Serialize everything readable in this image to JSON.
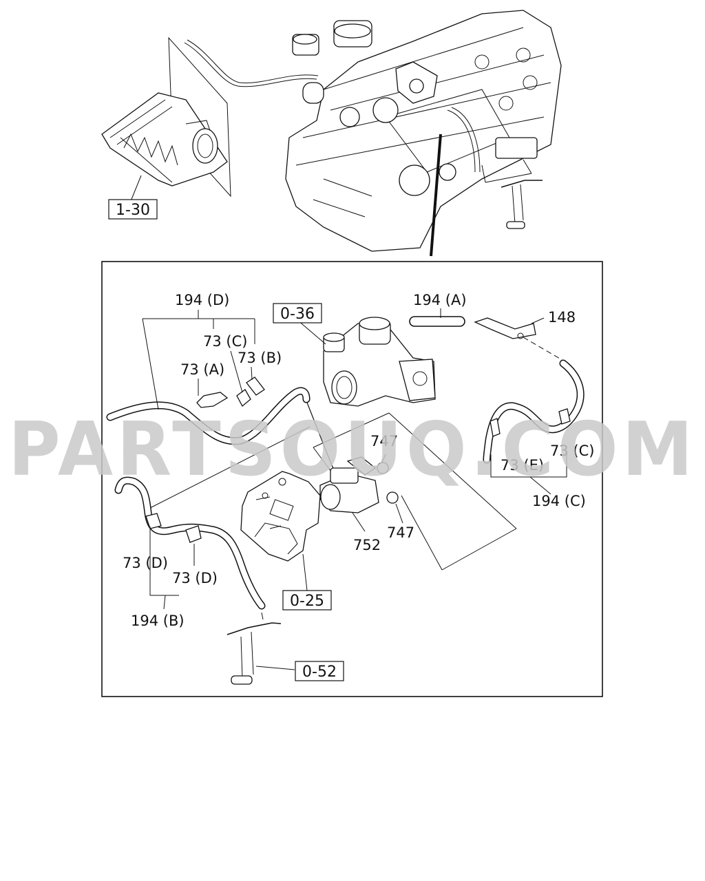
{
  "watermark": "PARTSOUQ.COM",
  "refs": {
    "air_cleaner": "1-30",
    "turbocharger": "0-36",
    "bracket": "0-25",
    "pipe": "0-52"
  },
  "callouts": {
    "hose_d": "194 (D)",
    "clip_c_left": "73 (C)",
    "clip_b": "73 (B)",
    "clip_a": "73 (A)",
    "hose_a": "194 (A)",
    "part_148": "148",
    "nut_top": "747",
    "nut_bottom": "747",
    "valve": "752",
    "clip_c_right": "73 (C)",
    "clip_e": "73 (E)",
    "hose_c": "194 (C)",
    "clip_d_left": "73 (D)",
    "clip_d_right": "73 (D)",
    "hose_b": "194 (B)"
  }
}
